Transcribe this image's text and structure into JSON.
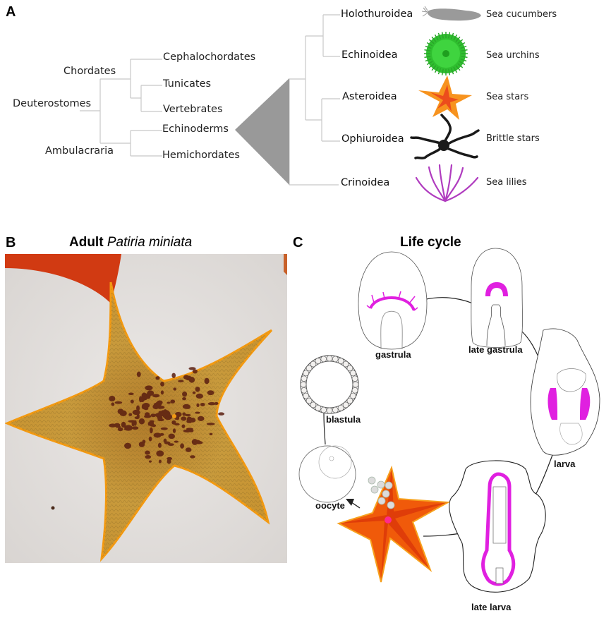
{
  "panel_a": {
    "letter": "A",
    "tree": {
      "root": "Deuterostomes",
      "internal_nodes": [
        "Chordates",
        "Ambulacraria"
      ],
      "leaves": [
        "Cephalochordates",
        "Tunicates",
        "Vertebrates",
        "Echinoderms",
        "Hemichordates"
      ]
    },
    "echinoderm_classes": [
      {
        "name": "Holothuroidea",
        "common": "Sea cucumbers",
        "icon": "sea-cucumber-icon",
        "color": "#9a9a9a"
      },
      {
        "name": "Echinoidea",
        "common": "Sea urchins",
        "icon": "sea-urchin-icon",
        "color": "#2fbf2f"
      },
      {
        "name": "Asteroidea",
        "common": "Sea stars",
        "icon": "sea-star-icon",
        "color": "#f7931e"
      },
      {
        "name": "Ophiuroidea",
        "common": "Brittle stars",
        "icon": "brittle-star-icon",
        "color": "#222222"
      },
      {
        "name": "Crinoidea",
        "common": "Sea lilies",
        "icon": "sea-lily-icon",
        "color": "#b03cbf"
      }
    ]
  },
  "panel_b": {
    "letter": "B",
    "title_bold": "Adult",
    "title_italic": "Patiria miniata",
    "photo": "adult-sea-star-photo"
  },
  "panel_c": {
    "letter": "C",
    "title": "Life cycle",
    "stages": [
      "gastrula",
      "late gastrula",
      "larva",
      "late larva",
      "oocyte",
      "blastula"
    ],
    "accent_color": "#e020e0"
  }
}
